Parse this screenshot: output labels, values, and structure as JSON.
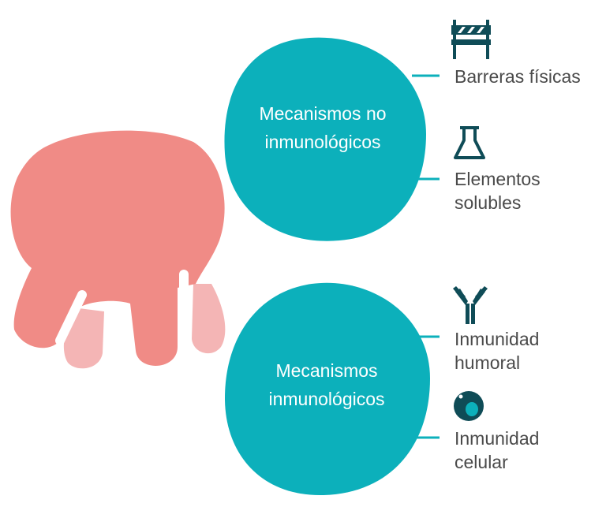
{
  "colors": {
    "teal": "#0cb0bb",
    "udder": "#f08b86",
    "udder_light": "#f4b5b5",
    "dark_teal": "#0f4c57",
    "text": "#4a4a4a"
  },
  "groups": [
    {
      "title_line1": "Mecanismos no",
      "title_line2": "inmunológicos",
      "items": [
        {
          "icon": "barrier-icon",
          "line1": "Barreras físicas",
          "line2": ""
        },
        {
          "icon": "flask-icon",
          "line1": "Elementos",
          "line2": "solubles"
        }
      ]
    },
    {
      "title_line1": "Mecanismos",
      "title_line2": "inmunológicos",
      "items": [
        {
          "icon": "antibody-icon",
          "line1": "Inmunidad",
          "line2": "humoral"
        },
        {
          "icon": "cell-icon",
          "line1": "Inmunidad",
          "line2": "celular"
        }
      ]
    }
  ]
}
